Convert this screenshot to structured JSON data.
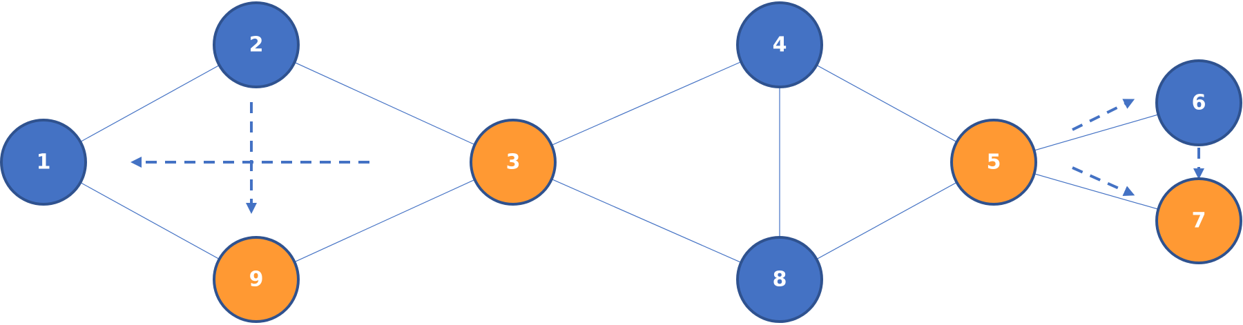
{
  "colors": {
    "blue": "#4472C4",
    "orange": "#FF9933",
    "outline": "#2F528F",
    "label": "#FFFFFF"
  },
  "nodes": [
    {
      "id": "1",
      "label": "1",
      "color": "blue"
    },
    {
      "id": "2",
      "label": "2",
      "color": "blue"
    },
    {
      "id": "9",
      "label": "9",
      "color": "orange"
    },
    {
      "id": "3",
      "label": "3",
      "color": "orange"
    },
    {
      "id": "4",
      "label": "4",
      "color": "blue"
    },
    {
      "id": "8",
      "label": "8",
      "color": "blue"
    },
    {
      "id": "5",
      "label": "5",
      "color": "orange"
    },
    {
      "id": "6",
      "label": "6",
      "color": "blue"
    },
    {
      "id": "7",
      "label": "7",
      "color": "orange"
    }
  ],
  "edges": [
    [
      "1",
      "2"
    ],
    [
      "1",
      "9"
    ],
    [
      "2",
      "3"
    ],
    [
      "9",
      "3"
    ],
    [
      "3",
      "4"
    ],
    [
      "3",
      "8"
    ],
    [
      "4",
      "8"
    ],
    [
      "4",
      "5"
    ],
    [
      "8",
      "5"
    ],
    [
      "5",
      "6"
    ],
    [
      "5",
      "7"
    ]
  ]
}
